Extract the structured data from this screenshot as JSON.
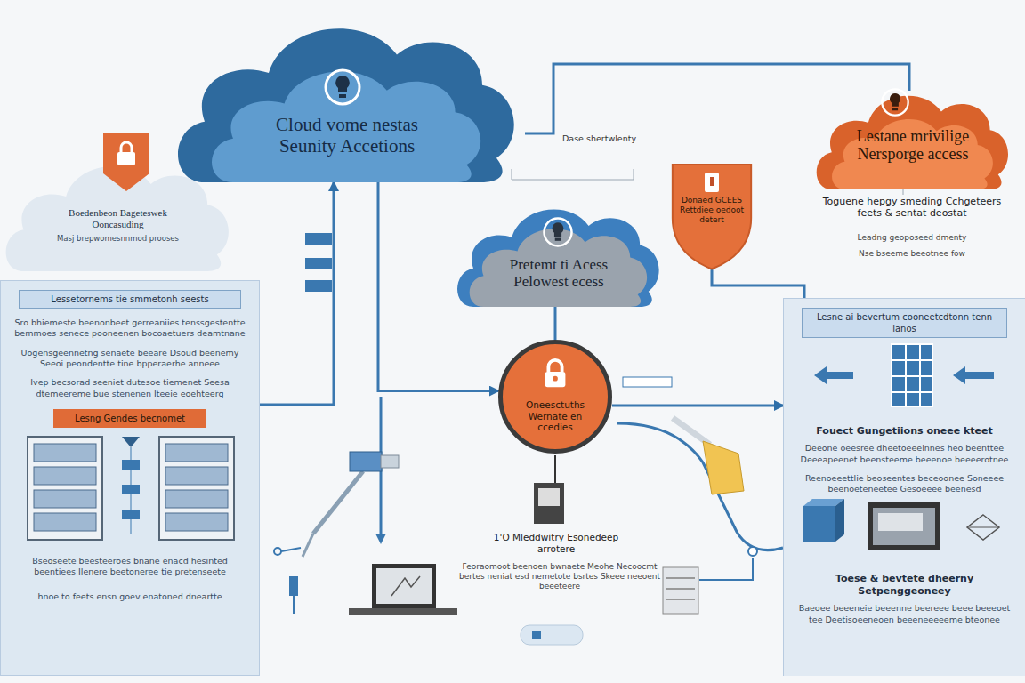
{
  "diagram": {
    "nodes": [
      {
        "text": [
          "Cloud vome nestas Seunity Accetions"
        ]
      },
      {
        "text": [
          "Lestane mrivilige Nersporge access"
        ]
      },
      {
        "text": [
          "Boedenbeon Bageteswek Ooncasuding",
          "Masj brepwomesnnmod prooses"
        ]
      },
      {
        "text": [
          "Donaed GCEES Rettdiee oedoot detert"
        ]
      },
      {
        "text": [
          "Pretemt ti Acess Pelowest ecess"
        ]
      },
      {
        "text": [
          "Lessetornems tie smmetonh seests",
          "Sro bhiemeste beenonbeet gerreaniies tenssgestentte bemmoes senece pooneenen bocoaetuers deamtnane",
          "Uogensgeennetng senaete beeare Dsoud beenemy Seeoi peondentte tine bpperaerhe anneee",
          "Ivep becsorad seeniet dutesoe tiemenet Seesa dtemeereme bue stenenen Iteeie eoehteerg",
          "Bseoseete beesteeroes bnane enacd hesinted beentiees Ilenere beetoneree tie pretenseete",
          "hnoe to feets ensn goev enatoned dneartte"
        ]
      },
      {
        "text": [
          "Lesng Gendes becnomet"
        ],
        "in": 5
      },
      {
        "text": [
          "Lesne ai bevertum cooneetcdtonn tenn lanos",
          "Fouect Gungetiions oneee kteet",
          "Deeone oeesree dheetoeeeinnes heo beenttee Deeeapeenet beensteeme beeenoe beeeerotnee",
          "Reenoeeettlie beoseentes beceoonee Soneeee beenoeteneetee Gesoeeee beenesd",
          "Toese & bevtete dheerny Setpenggeoneey",
          "Baeoee beeeneie beeenne beereee beee beeeoet tee Deetisoeeneoen beeeneeeeeme bteonee"
        ]
      },
      {
        "text": [
          "Oneesctuths Wernate en ccedies"
        ]
      }
    ],
    "edges": [
      {
        "from": 0,
        "to": 8,
        "arrow": "to"
      },
      {
        "from": 0,
        "to": 1,
        "arrow": "none"
      },
      {
        "from": 5,
        "to": 0,
        "arrow": "to"
      },
      {
        "from": 4,
        "to": 8,
        "arrow": "none"
      },
      {
        "from": 3,
        "to": 7,
        "arrow": "none"
      },
      {
        "from": 8,
        "to": 7,
        "arrow": "to"
      }
    ],
    "labels": [
      "Dase shertwlenty",
      "Toguene hepgy smeding Cchgeteers feets & sentat deostat",
      "Leadng geoposeed dmenty",
      "Nse bseeme beeotnee fow",
      "1'O Mleddwitry Esonedeep arrotere",
      "Feoraomoot beenoen bwnaete Meohe Necoocmt bertes neniat esd nemetote bsrtes Skeee neeoent beeeteere"
    ]
  }
}
